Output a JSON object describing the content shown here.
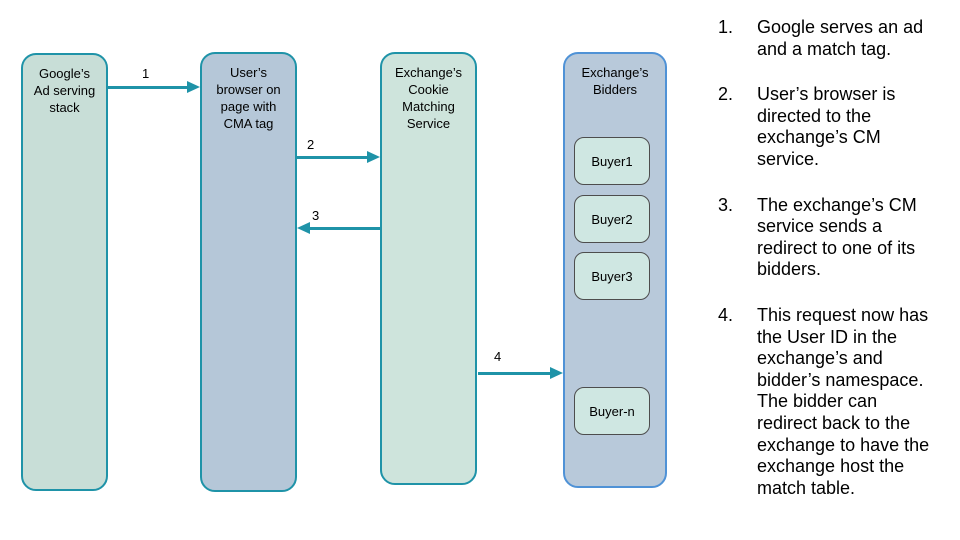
{
  "colors": {
    "teal": "#1f93a8",
    "blue-border": "#4f92d6",
    "green-fill-1": "#c8ded7",
    "green-fill-3": "#cee4dc",
    "blue-fill-2": "#b5c7d8",
    "blue-fill-4": "#b8c9da",
    "buyer-fill": "#cfe7e2",
    "buyer-border": "#4d4d4d",
    "text": "#000000"
  },
  "diagram": {
    "nodes": [
      {
        "label": "Google’s Ad serving stack"
      },
      {
        "label": "User’s browser on page with CMA tag"
      },
      {
        "label": "Exchange’s Cookie Matching Service"
      },
      {
        "label": "Exchange’s Bidders"
      }
    ],
    "buyers": [
      "Buyer1",
      "Buyer2",
      "Buyer3",
      "Buyer-n"
    ],
    "arrows": [
      {
        "label": "1"
      },
      {
        "label": "2"
      },
      {
        "label": "3"
      },
      {
        "label": "4"
      }
    ]
  },
  "steps": {
    "items": [
      {
        "num": "1.",
        "text": "Google serves an ad and a match tag."
      },
      {
        "num": "2.",
        "text": "User’s browser is directed to the exchange’s CM service."
      },
      {
        "num": "3.",
        "text": "The exchange’s CM service sends a redirect to one of its bidders."
      },
      {
        "num": "4.",
        "text": "This request now has the User ID in the exchange’s and bidder’s namespace. The bidder can redirect back to the exchange to have the exchange host the match table."
      }
    ]
  }
}
